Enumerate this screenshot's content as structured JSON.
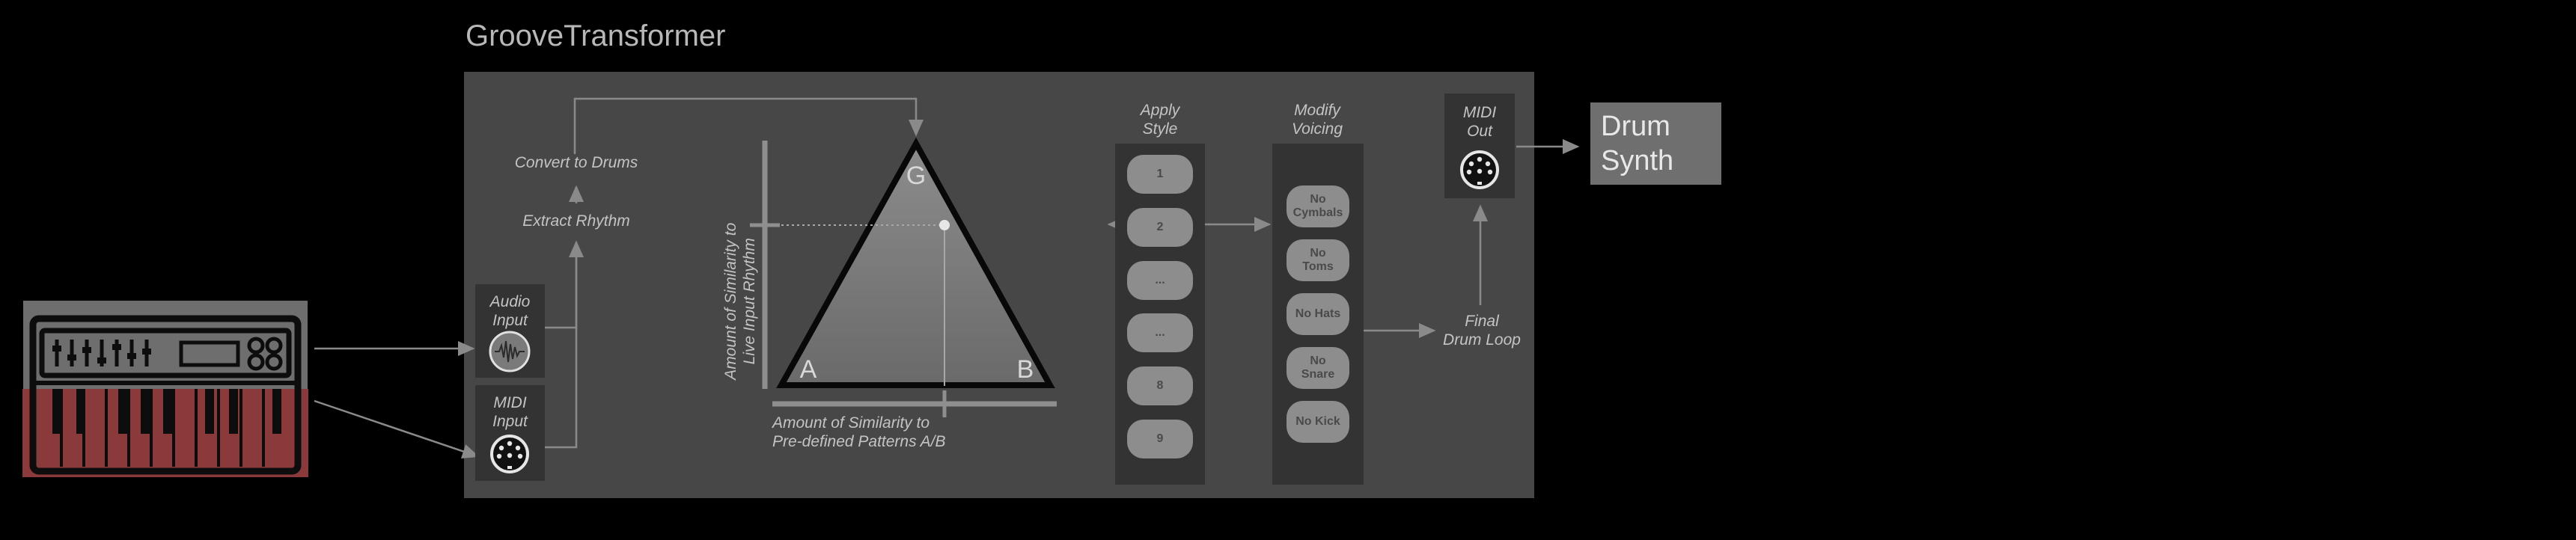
{
  "title": "GrooveTransformer",
  "flow": {
    "convert_to_drums": "Convert to Drums",
    "extract_rhythm": "Extract Rhythm"
  },
  "inputs": {
    "audio": [
      "Audio",
      "Input"
    ],
    "midi": [
      "MIDI",
      "Input"
    ]
  },
  "triangle": {
    "top": "G",
    "left": "A",
    "right": "B",
    "y_label": [
      "Amount of Similarity to",
      "Live Input Rhythm"
    ],
    "x_label": [
      "Amount of Similarity to",
      "Pre-defined Patterns A/B"
    ]
  },
  "apply_style": {
    "label": [
      "Apply",
      "Style"
    ],
    "items": [
      "1",
      "2",
      "...",
      "...",
      "8",
      "9"
    ]
  },
  "modify_voicing": {
    "label": [
      "Modify",
      "Voicing"
    ],
    "items": [
      [
        "No",
        "Cymbals"
      ],
      [
        "No",
        "Toms"
      ],
      [
        "No Hats"
      ],
      [
        "No",
        "Snare"
      ],
      [
        "No Kick"
      ]
    ]
  },
  "final_loop": [
    "Final",
    "Drum Loop"
  ],
  "midi_out": [
    "MIDI",
    "Out"
  ],
  "drum_synth": [
    "Drum",
    "Synth"
  ],
  "colors": {
    "background": "#000000",
    "panel": "#474747",
    "column": "#333333",
    "pill": "#8d8d8d",
    "keyboard_highlight": "#8a3a3a",
    "drum_synth": "#6f6f6f"
  }
}
